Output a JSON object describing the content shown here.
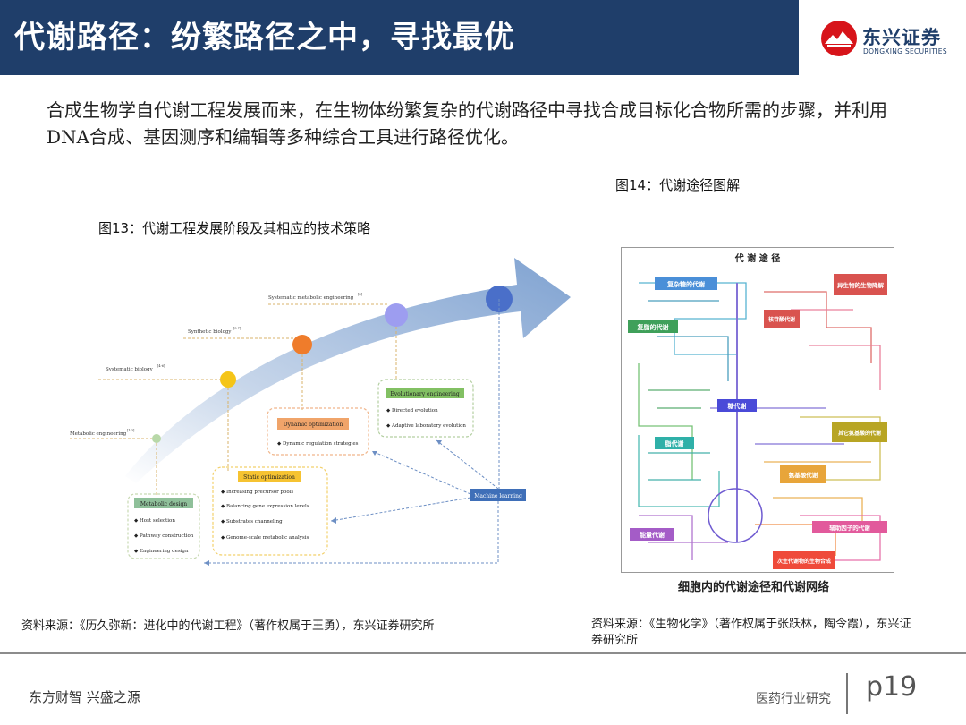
{
  "header": {
    "title": "代谢路径：纷繁路径之中，寻找最优",
    "logo_cn": "东兴证券",
    "logo_en": "DONGXING SECURITIES"
  },
  "intro": {
    "text": "合成生物学自代谢工程发展而来，在生物体纷繁复杂的代谢路径中寻找合成目标化合物所需的步骤，并利用DNA合成、基因测序和编辑等多种综合工具进行路径优化。"
  },
  "figure13": {
    "caption": "图13：代谢工程发展阶段及其相应的技术策略",
    "stages": [
      "Metabolic engineering",
      "Systematic biology",
      "Synthetic biology",
      "Systematic metabolic engineering"
    ],
    "stage_refs": [
      "[1-3]",
      "[4-6]",
      "[5-7]",
      "[8]"
    ],
    "boxes": {
      "metabolic_design": {
        "title": "Metabolic design",
        "items": [
          "Host selection",
          "Pathway construction",
          "Engineering design"
        ]
      },
      "static_optimization": {
        "title": "Static optimization",
        "items": [
          "Increasing precursor pools",
          "Balancing gene expression levels",
          "Substrates channeling",
          "Genome-scale metabolic analysis"
        ]
      },
      "dynamic_optimization": {
        "title": "Dynamic optimization",
        "items": [
          "Dynamic regulation strategies"
        ]
      },
      "evolutionary_engineering": {
        "title": "Evolutionary engineering",
        "items": [
          "Directed evolution",
          "Adaptive laboratory evolution"
        ]
      },
      "machine_learning": {
        "title": "Machine learning"
      }
    },
    "source": "资料来源：《历久弥新：进化中的代谢工程》（著作权属于王勇），东兴证券研究所"
  },
  "figure14": {
    "caption": "图14：代谢途径图解",
    "map_title": "代 谢 途 径",
    "regions": [
      "复杂糖的代谢",
      "异生物的生物降解",
      "复脂的代谢",
      "核苷酸代谢",
      "糖代谢",
      "脂代谢",
      "其它氨基酸的代谢",
      "氨基酸代谢",
      "能量代谢",
      "辅助因子的代谢",
      "次生代谢物的生物合成"
    ],
    "image_caption": "细胞内的代谢途径和代谢网络",
    "source": "资料来源：《生物化学》（著作权属于张跃林，陶令霞），东兴证券研究所"
  },
  "footer": {
    "left": "东方财智 兴盛之源",
    "right": "医药行业研究",
    "page": "p19"
  }
}
